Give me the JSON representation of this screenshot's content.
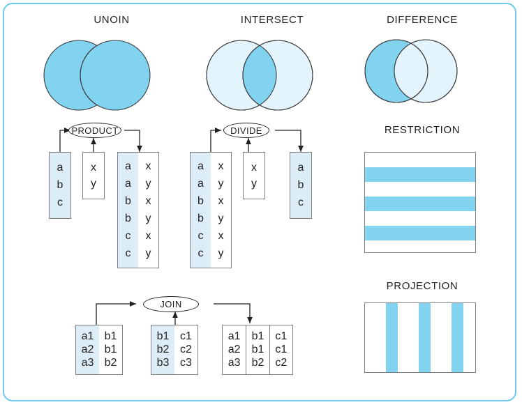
{
  "figure": {
    "border_color": "#6fc8ef",
    "colors": {
      "fill_dark": "#82d3f0",
      "fill_light": "#e4f4fc",
      "fill_mid": "#a5dcf5",
      "table_shade": "#dcedf8",
      "stroke": "#808080",
      "ink": "#231f20"
    }
  },
  "venn": {
    "union": {
      "title": "UNOIN",
      "left_fill": "#82d3f0",
      "right_fill": "#82d3f0",
      "overlap_fill": "#82d3f0"
    },
    "intersect": {
      "title": "INTERSECT",
      "left_fill": "#e4f4fc",
      "right_fill": "#e4f4fc",
      "overlap_fill": "#82d3f0"
    },
    "difference": {
      "title": "DIFFERENCE",
      "left_fill": "#82d3f0",
      "right_fill": "#e4f4fc",
      "overlap_fill": "#e4f4fc"
    }
  },
  "operations": {
    "product": {
      "label": "PRODUCT",
      "input_a": {
        "rows": [
          [
            "a"
          ],
          [
            "b"
          ],
          [
            "c"
          ]
        ],
        "shaded_cols": [
          0
        ]
      },
      "input_b": {
        "rows": [
          [
            "x"
          ],
          [
            "y"
          ]
        ],
        "shaded_cols": []
      },
      "output": {
        "rows": [
          [
            "a",
            "x"
          ],
          [
            "a",
            "y"
          ],
          [
            "b",
            "x"
          ],
          [
            "b",
            "y"
          ],
          [
            "c",
            "x"
          ],
          [
            "c",
            "y"
          ]
        ],
        "shaded_cols": [
          0
        ]
      }
    },
    "divide": {
      "label": "DIVIDE",
      "input_a": {
        "rows": [
          [
            "a",
            "x"
          ],
          [
            "a",
            "y"
          ],
          [
            "b",
            "x"
          ],
          [
            "b",
            "y"
          ],
          [
            "c",
            "x"
          ],
          [
            "c",
            "y"
          ]
        ],
        "shaded_cols": [
          0
        ]
      },
      "input_b": {
        "rows": [
          [
            "x"
          ],
          [
            "y"
          ]
        ],
        "shaded_cols": []
      },
      "output": {
        "rows": [
          [
            "a"
          ],
          [
            "b"
          ],
          [
            "c"
          ]
        ],
        "shaded_cols": [
          0
        ]
      }
    },
    "join": {
      "label": "JOIN",
      "input_a": {
        "rows": [
          [
            "a1",
            "b1"
          ],
          [
            "a2",
            "b1"
          ],
          [
            "a3",
            "b2"
          ]
        ],
        "shaded_cols": [
          0
        ]
      },
      "input_b": {
        "rows": [
          [
            "b1",
            "c1"
          ],
          [
            "b2",
            "c2"
          ],
          [
            "b3",
            "c3"
          ]
        ],
        "shaded_cols": [
          0
        ]
      },
      "output": {
        "rows": [
          [
            "a1",
            "b1",
            "c1"
          ],
          [
            "a2",
            "b1",
            "c1"
          ],
          [
            "a3",
            "b2",
            "c2"
          ]
        ],
        "shaded_cols": []
      }
    }
  },
  "bands": {
    "restriction": {
      "title": "RESTRICTION",
      "orientation": "horizontal",
      "stripe_count": 3,
      "stripe_color": "#82d3f0"
    },
    "projection": {
      "title": "PROJECTION",
      "orientation": "vertical",
      "stripe_count": 3,
      "stripe_color": "#82d3f0"
    }
  }
}
